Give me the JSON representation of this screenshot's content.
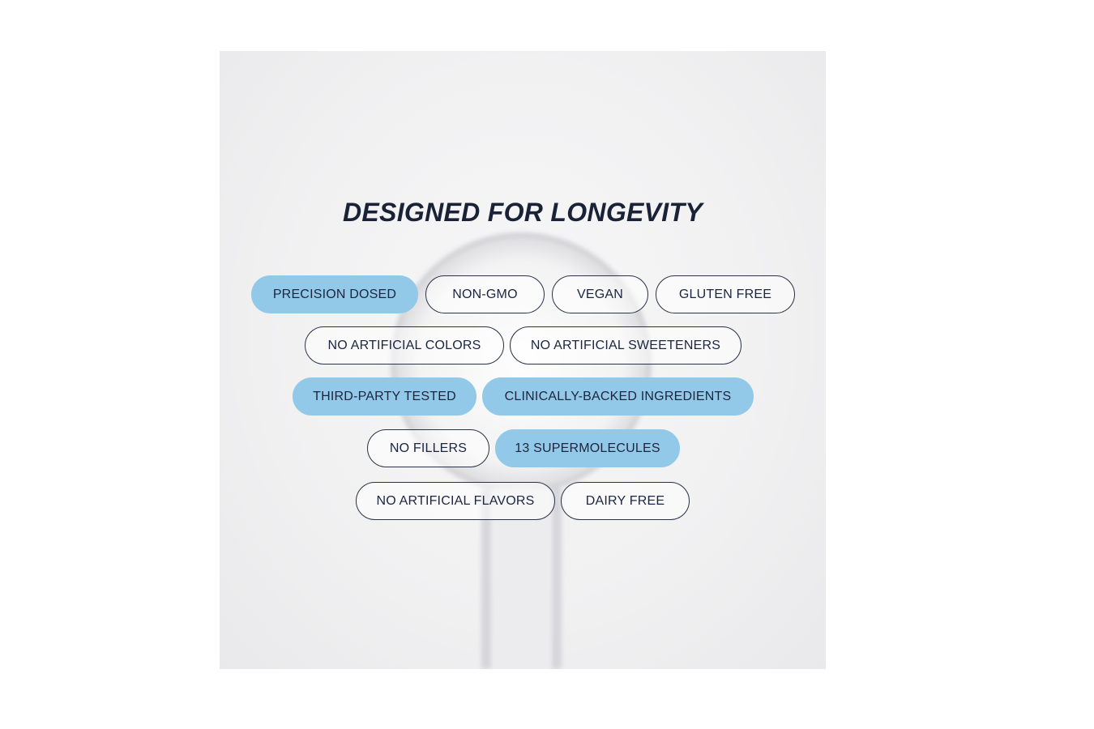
{
  "title": "DESIGNED FOR LONGEVITY",
  "colors": {
    "accent_fill": "#93c9e8",
    "outline": "#2a3148",
    "text": "#1a2238"
  },
  "badges": [
    {
      "label": "PRECISION DOSED",
      "style": "filled"
    },
    {
      "label": "NON-GMO",
      "style": "outline"
    },
    {
      "label": "VEGAN",
      "style": "outline"
    },
    {
      "label": "GLUTEN FREE",
      "style": "outline"
    },
    {
      "label": "NO ARTIFICIAL COLORS",
      "style": "outline"
    },
    {
      "label": "NO ARTIFICIAL SWEETENERS",
      "style": "outline"
    },
    {
      "label": "THIRD-PARTY TESTED",
      "style": "filled"
    },
    {
      "label": "CLINICALLY-BACKED INGREDIENTS",
      "style": "filled"
    },
    {
      "label": "NO FILLERS",
      "style": "outline"
    },
    {
      "label": "13 SUPERMOLECULES",
      "style": "filled"
    },
    {
      "label": "NO ARTIFICIAL FLAVORS",
      "style": "outline"
    },
    {
      "label": "DAIRY FREE",
      "style": "outline"
    }
  ]
}
